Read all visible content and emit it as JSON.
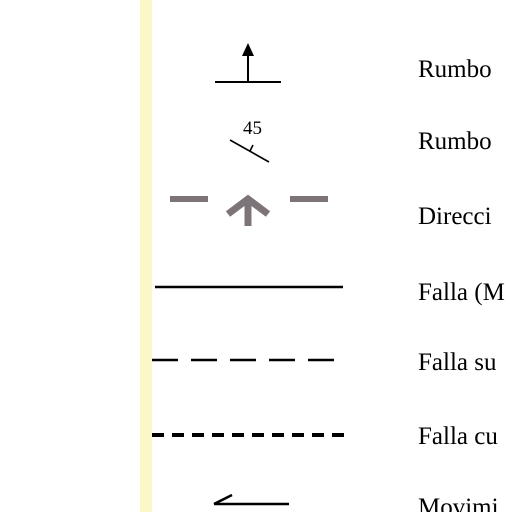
{
  "colors": {
    "margin_strip": "#fbf7c6",
    "line": "#000000",
    "direction_symbol": "#7d7479"
  },
  "legend": {
    "items": [
      {
        "symbol": "strike-arrow-symbol",
        "label": "Rumbo"
      },
      {
        "symbol": "strike-dip-symbol",
        "dip_value": "45",
        "label": "Rumbo"
      },
      {
        "symbol": "direction-arrow-dashed-symbol",
        "label": "Direcci"
      },
      {
        "symbol": "solid-line-symbol",
        "label": "Falla  (M"
      },
      {
        "symbol": "long-dash-line-symbol",
        "label": "Falla su"
      },
      {
        "symbol": "short-dash-line-symbol",
        "label": "Falla cu"
      },
      {
        "symbol": "left-arrow-symbol",
        "label": "Movimi"
      }
    ]
  }
}
